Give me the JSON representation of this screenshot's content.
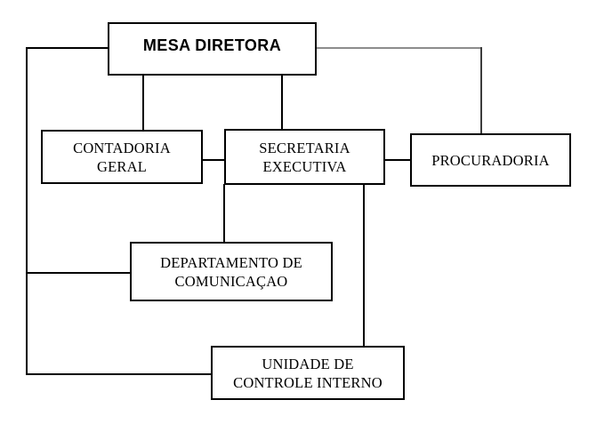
{
  "diagram": {
    "type": "org-chart",
    "nodes": {
      "mesa_diretora": {
        "label": "MESA DIRETORA"
      },
      "contadoria_geral": {
        "label": "CONTADORIA\nGERAL"
      },
      "secretaria_executiva": {
        "label": "SECRETARIA\nEXECUTIVA"
      },
      "procuradoria": {
        "label": "PROCURADORIA"
      },
      "departamento_comunicacao": {
        "label": "DEPARTAMENTO DE\nCOMUNICAÇAO"
      },
      "unidade_controle_interno": {
        "label": "UNIDADE DE\nCONTROLE INTERNO"
      }
    },
    "edges": [
      {
        "from": "mesa_diretora",
        "to": "contadoria_geral"
      },
      {
        "from": "mesa_diretora",
        "to": "secretaria_executiva"
      },
      {
        "from": "mesa_diretora",
        "to": "procuradoria"
      },
      {
        "from": "mesa_diretora",
        "to": "departamento_comunicacao"
      },
      {
        "from": "mesa_diretora",
        "to": "unidade_controle_interno"
      },
      {
        "from": "contadoria_geral",
        "to": "secretaria_executiva"
      },
      {
        "from": "secretaria_executiva",
        "to": "procuradoria"
      },
      {
        "from": "secretaria_executiva",
        "to": "departamento_comunicacao"
      },
      {
        "from": "secretaria_executiva",
        "to": "unidade_controle_interno"
      }
    ],
    "colors": {
      "background": "#ffffff",
      "box_border": "#000000",
      "box_fill": "#ffffff",
      "text": "#000000",
      "line": "#000000",
      "line_secondary": "#8c8c8c"
    }
  }
}
